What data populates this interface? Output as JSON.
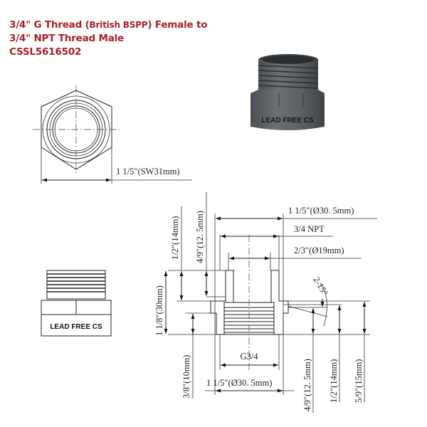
{
  "title": {
    "line1_pre": "3/4\" G Thread (",
    "line1_small": "British BSPP",
    "line1_post": ") Female to",
    "line2": "3/4\" NPT Thread Male",
    "line3": "CSSL5616502",
    "color": "#a8202a"
  },
  "product_render": {
    "marking": "LEAD FREE CS"
  },
  "side_view": {
    "marking": "LEAD FREE CS"
  },
  "top_view": {
    "hex_width_label": "1 1/5″(SW31mm)"
  },
  "section_view": {
    "top_dims": {
      "outer_dia": "1 1/5″(Ø30. 5mm)",
      "npt": "3/4 NPT",
      "inner_dia": "2/3″(Ø19mm)"
    },
    "left_dims": {
      "male_thread_len": "1/2″(14mm)",
      "male_thread_len2": "4/9″(12. 5mm)",
      "overall_len": "1 1/8″(30mm)",
      "female_hex_len": "3/8″(10mm)"
    },
    "bottom_dims": {
      "g_thread": "G3/4",
      "outer_dia": "1 1/5″(Ø30. 5mm)"
    },
    "right_dims": {
      "angle": "2-15°",
      "d1": "4/9″(12. 5mm)",
      "d2": "1/2″(14mm)",
      "d3": "5/9″(15mm)"
    }
  }
}
